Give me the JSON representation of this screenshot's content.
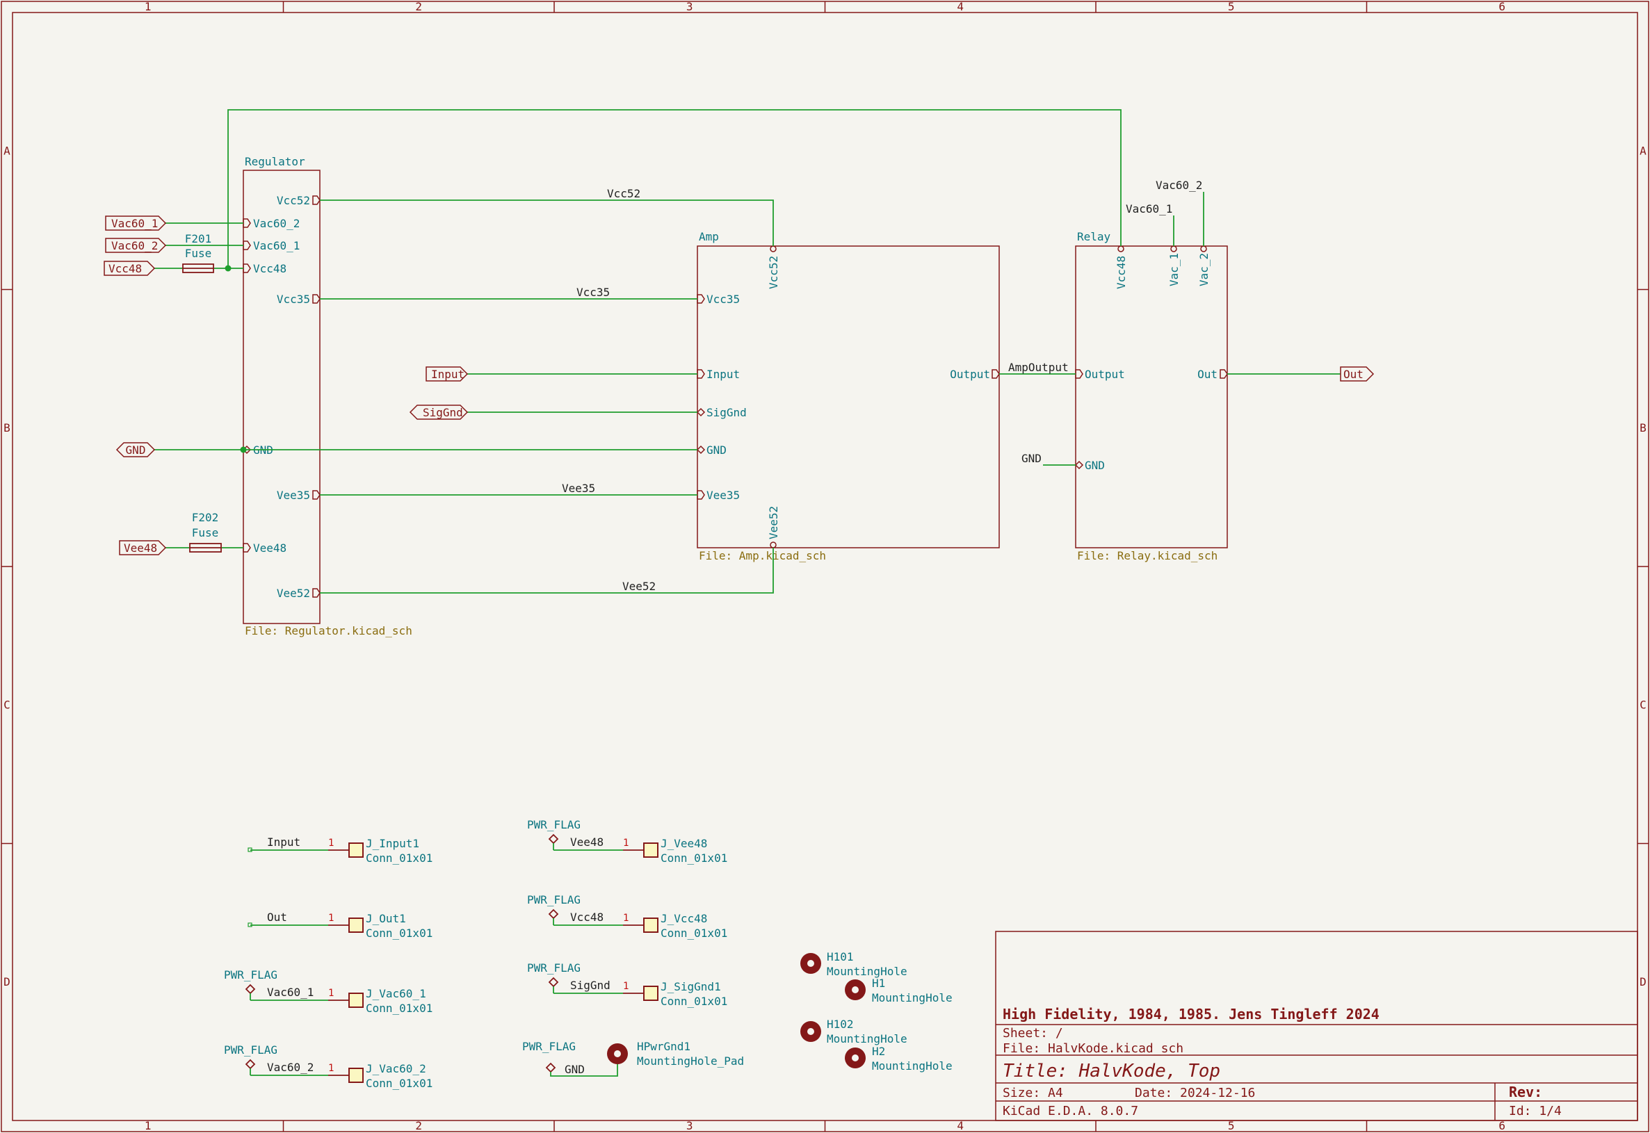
{
  "border": {
    "columns": [
      "1",
      "2",
      "3",
      "4",
      "5",
      "6"
    ],
    "rows": [
      "A",
      "B",
      "C",
      "D"
    ]
  },
  "sheets": {
    "regulator": {
      "name": "Regulator",
      "file": "File: Regulator.kicad_sch",
      "pins": [
        "Vcc52",
        "Vac60_2",
        "Vac60_1",
        "Vcc48",
        "Vcc35",
        "GND",
        "Vee35",
        "Vee48",
        "Vee52"
      ]
    },
    "amp": {
      "name": "Amp",
      "file": "File: Amp.kicad_sch",
      "pins": [
        "Vcc52",
        "Vcc35",
        "Input",
        "SigGnd",
        "GND",
        "Vee35",
        "Vee52",
        "Output"
      ]
    },
    "relay": {
      "name": "Relay",
      "file": "File: Relay.kicad_sch",
      "pins": [
        "Vcc48",
        "Vac_1",
        "Vac_2",
        "Output",
        "GND",
        "Out"
      ]
    }
  },
  "hier_labels": [
    "Vac60_1",
    "Vac60_2",
    "Vcc48",
    "GND",
    "Vee48",
    "Input",
    "SigGnd",
    "Out"
  ],
  "fuses": [
    {
      "ref": "F201",
      "value": "Fuse"
    },
    {
      "ref": "F202",
      "value": "Fuse"
    }
  ],
  "net_labels": [
    "Vcc52",
    "Vcc35",
    "Vee35",
    "Vee52",
    "AmpOutput",
    "GND",
    "Vac60_1",
    "Vac60_2"
  ],
  "connectors": [
    {
      "net": "Input",
      "ref": "J_Input1",
      "value": "Conn_01x01",
      "pin": "1",
      "flag": ""
    },
    {
      "net": "Out",
      "ref": "J_Out1",
      "value": "Conn_01x01",
      "pin": "1",
      "flag": ""
    },
    {
      "net": "Vac60_1",
      "ref": "J_Vac60_1",
      "value": "Conn_01x01",
      "pin": "1",
      "flag": "PWR_FLAG"
    },
    {
      "net": "Vac60_2",
      "ref": "J_Vac60_2",
      "value": "Conn_01x01",
      "pin": "1",
      "flag": "PWR_FLAG"
    },
    {
      "net": "Vee48",
      "ref": "J_Vee48",
      "value": "Conn_01x01",
      "pin": "1",
      "flag": "PWR_FLAG"
    },
    {
      "net": "Vcc48",
      "ref": "J_Vcc48",
      "value": "Conn_01x01",
      "pin": "1",
      "flag": "PWR_FLAG"
    },
    {
      "net": "SigGnd",
      "ref": "J_SigGnd1",
      "value": "Conn_01x01",
      "pin": "1",
      "flag": "PWR_FLAG"
    }
  ],
  "gnd_pad": {
    "flag": "PWR_FLAG",
    "net": "GND",
    "ref": "HPwrGnd1",
    "value": "MountingHole_Pad"
  },
  "mounting_holes": [
    {
      "ref": "H101",
      "value": "MountingHole"
    },
    {
      "ref": "H1",
      "value": "MountingHole"
    },
    {
      "ref": "H102",
      "value": "MountingHole"
    },
    {
      "ref": "H2",
      "value": "MountingHole"
    }
  ],
  "title_block": {
    "company": "High Fidelity, 1984, 1985. Jens Tingleff 2024",
    "sheet": "Sheet: /",
    "file": "File: HalvKode.kicad_sch",
    "title": "Title: HalvKode, Top",
    "size": "Size: A4",
    "date": "Date: 2024-12-16",
    "rev": "Rev:",
    "tool": "KiCad E.D.A. 8.0.7",
    "id": "Id: 1/4"
  },
  "colors": {
    "frame": "#841818",
    "wire": "#1f9e2e",
    "pin_text": "#0b7480",
    "file_text": "#8a6d10",
    "background": "#f5f4ef"
  }
}
